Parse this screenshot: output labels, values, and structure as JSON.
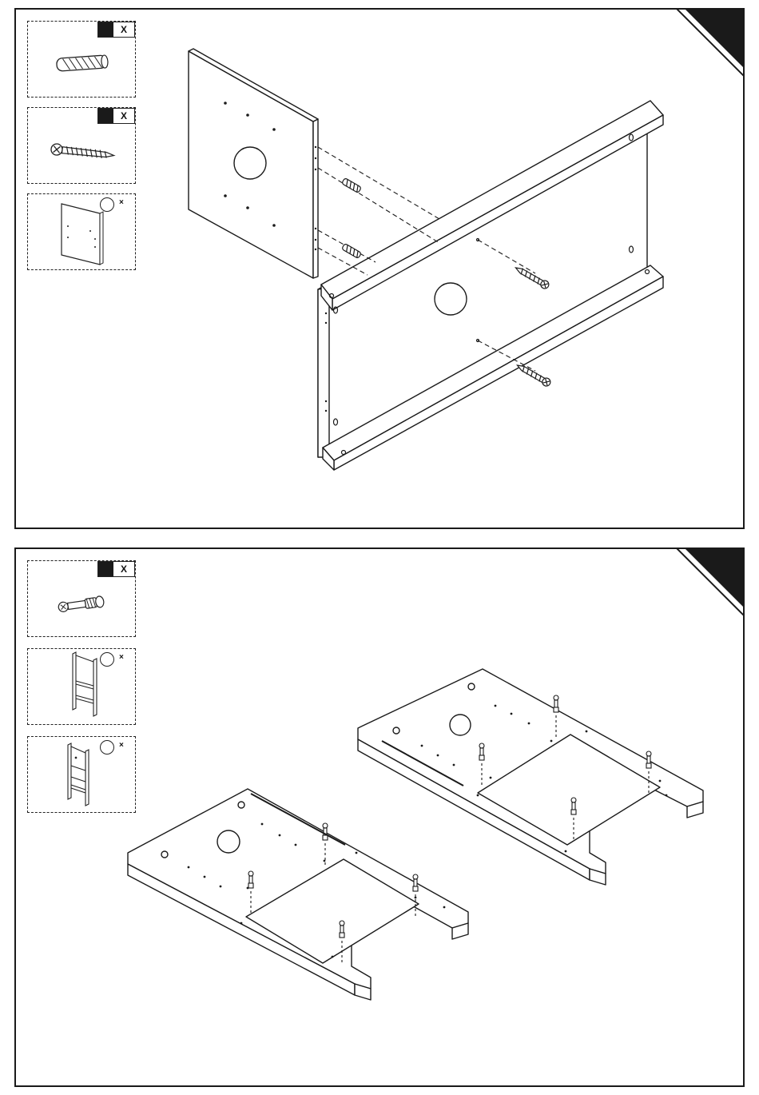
{
  "steps": [
    {
      "parts": [
        {
          "icon": "wood-dowel-icon",
          "qty_label": "X"
        },
        {
          "icon": "wood-screw-icon",
          "qty_label": "X"
        },
        {
          "icon": "side-panel-icon",
          "qty_label": "×"
        }
      ]
    },
    {
      "parts": [
        {
          "icon": "cam-bolt-icon",
          "qty_label": "X"
        },
        {
          "icon": "frame-a-icon",
          "qty_label": "×"
        },
        {
          "icon": "frame-b-icon",
          "qty_label": "×"
        }
      ]
    }
  ],
  "colors": {
    "line": "#1a1a1a",
    "paper": "#ffffff"
  }
}
